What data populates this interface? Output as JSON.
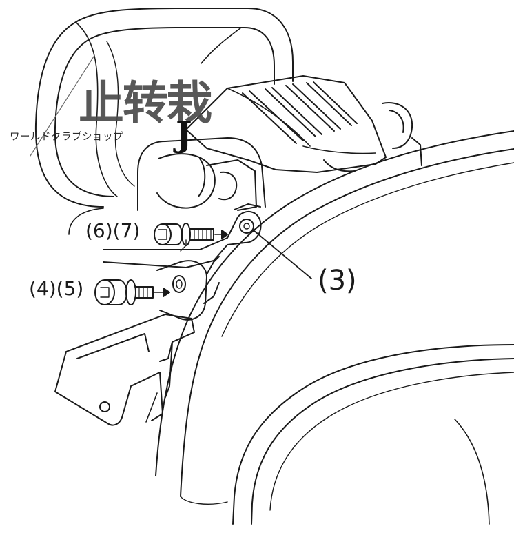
{
  "watermark": {
    "main": "止转栽",
    "sub": "ワールドクラブショップ",
    "mark": "J"
  },
  "callouts": {
    "parts_6_7": "(6)(7)",
    "parts_4_5": "(4)(5)",
    "part_3": "(3)"
  },
  "colors": {
    "line": "#1a1a1a",
    "background": "#ffffff",
    "watermark": "#4a4a4a"
  }
}
